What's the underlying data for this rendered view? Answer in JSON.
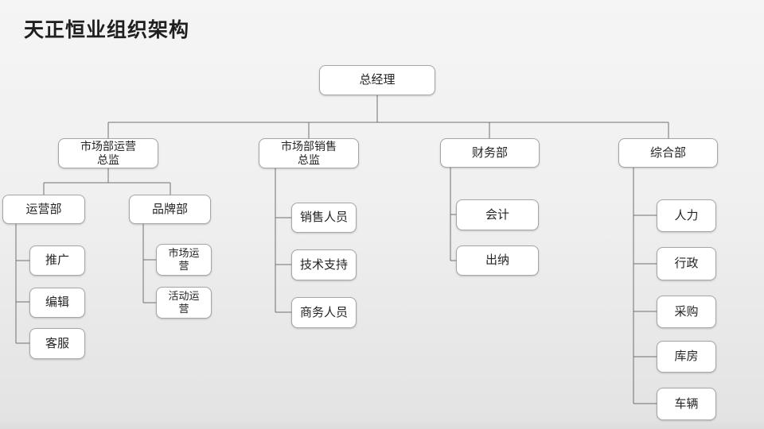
{
  "title": "天正恒业组织架构",
  "diagram": {
    "type": "org-chart",
    "tree": {
      "label": "总经理",
      "children": [
        {
          "label": "市场部运营总监",
          "children": [
            {
              "label": "运营部",
              "children": [
                {
                  "label": "推广"
                },
                {
                  "label": "编辑"
                },
                {
                  "label": "客服"
                }
              ]
            },
            {
              "label": "品牌部",
              "children": [
                {
                  "label": "市场运营"
                },
                {
                  "label": "活动运营"
                }
              ]
            }
          ]
        },
        {
          "label": "市场部销售总监",
          "children": [
            {
              "label": "销售人员"
            },
            {
              "label": "技术支持"
            },
            {
              "label": "商务人员"
            }
          ]
        },
        {
          "label": "财务部",
          "children": [
            {
              "label": "会计"
            },
            {
              "label": "出纳"
            }
          ]
        },
        {
          "label": "综合部",
          "children": [
            {
              "label": "人力"
            },
            {
              "label": "行政"
            },
            {
              "label": "采购"
            },
            {
              "label": "库房"
            },
            {
              "label": "车辆"
            }
          ]
        }
      ]
    }
  },
  "nodes": [
    {
      "id": "general-manager",
      "label": "总经理"
    },
    {
      "id": "marketing-ops-director",
      "label": "市场部运营\n总监"
    },
    {
      "id": "marketing-sales-director",
      "label": "市场部销售\n总监"
    },
    {
      "id": "finance-dept",
      "label": "财务部"
    },
    {
      "id": "general-affairs-dept",
      "label": "综合部"
    },
    {
      "id": "operations-dept",
      "label": "运营部"
    },
    {
      "id": "brand-dept",
      "label": "品牌部"
    },
    {
      "id": "promotion",
      "label": "推广"
    },
    {
      "id": "editing",
      "label": "编辑"
    },
    {
      "id": "customer-service",
      "label": "客服"
    },
    {
      "id": "market-operations",
      "label": "市场运\n营"
    },
    {
      "id": "event-operations",
      "label": "活动运\n营"
    },
    {
      "id": "sales-staff",
      "label": "销售人员"
    },
    {
      "id": "tech-support",
      "label": "技术支持"
    },
    {
      "id": "business-staff",
      "label": "商务人员"
    },
    {
      "id": "accounting",
      "label": "会计"
    },
    {
      "id": "cashier",
      "label": "出纳"
    },
    {
      "id": "human-resources",
      "label": "人力"
    },
    {
      "id": "administration",
      "label": "行政"
    },
    {
      "id": "procurement",
      "label": "采购"
    },
    {
      "id": "warehouse",
      "label": "库房"
    },
    {
      "id": "vehicles",
      "label": "车辆"
    }
  ],
  "colors": {
    "background_top": "#f5f5f5",
    "background_bottom": "#dcdcdc",
    "node_fill": "#ffffff",
    "node_border": "#a6a6a6",
    "connector": "#707070",
    "text": "#242424"
  }
}
